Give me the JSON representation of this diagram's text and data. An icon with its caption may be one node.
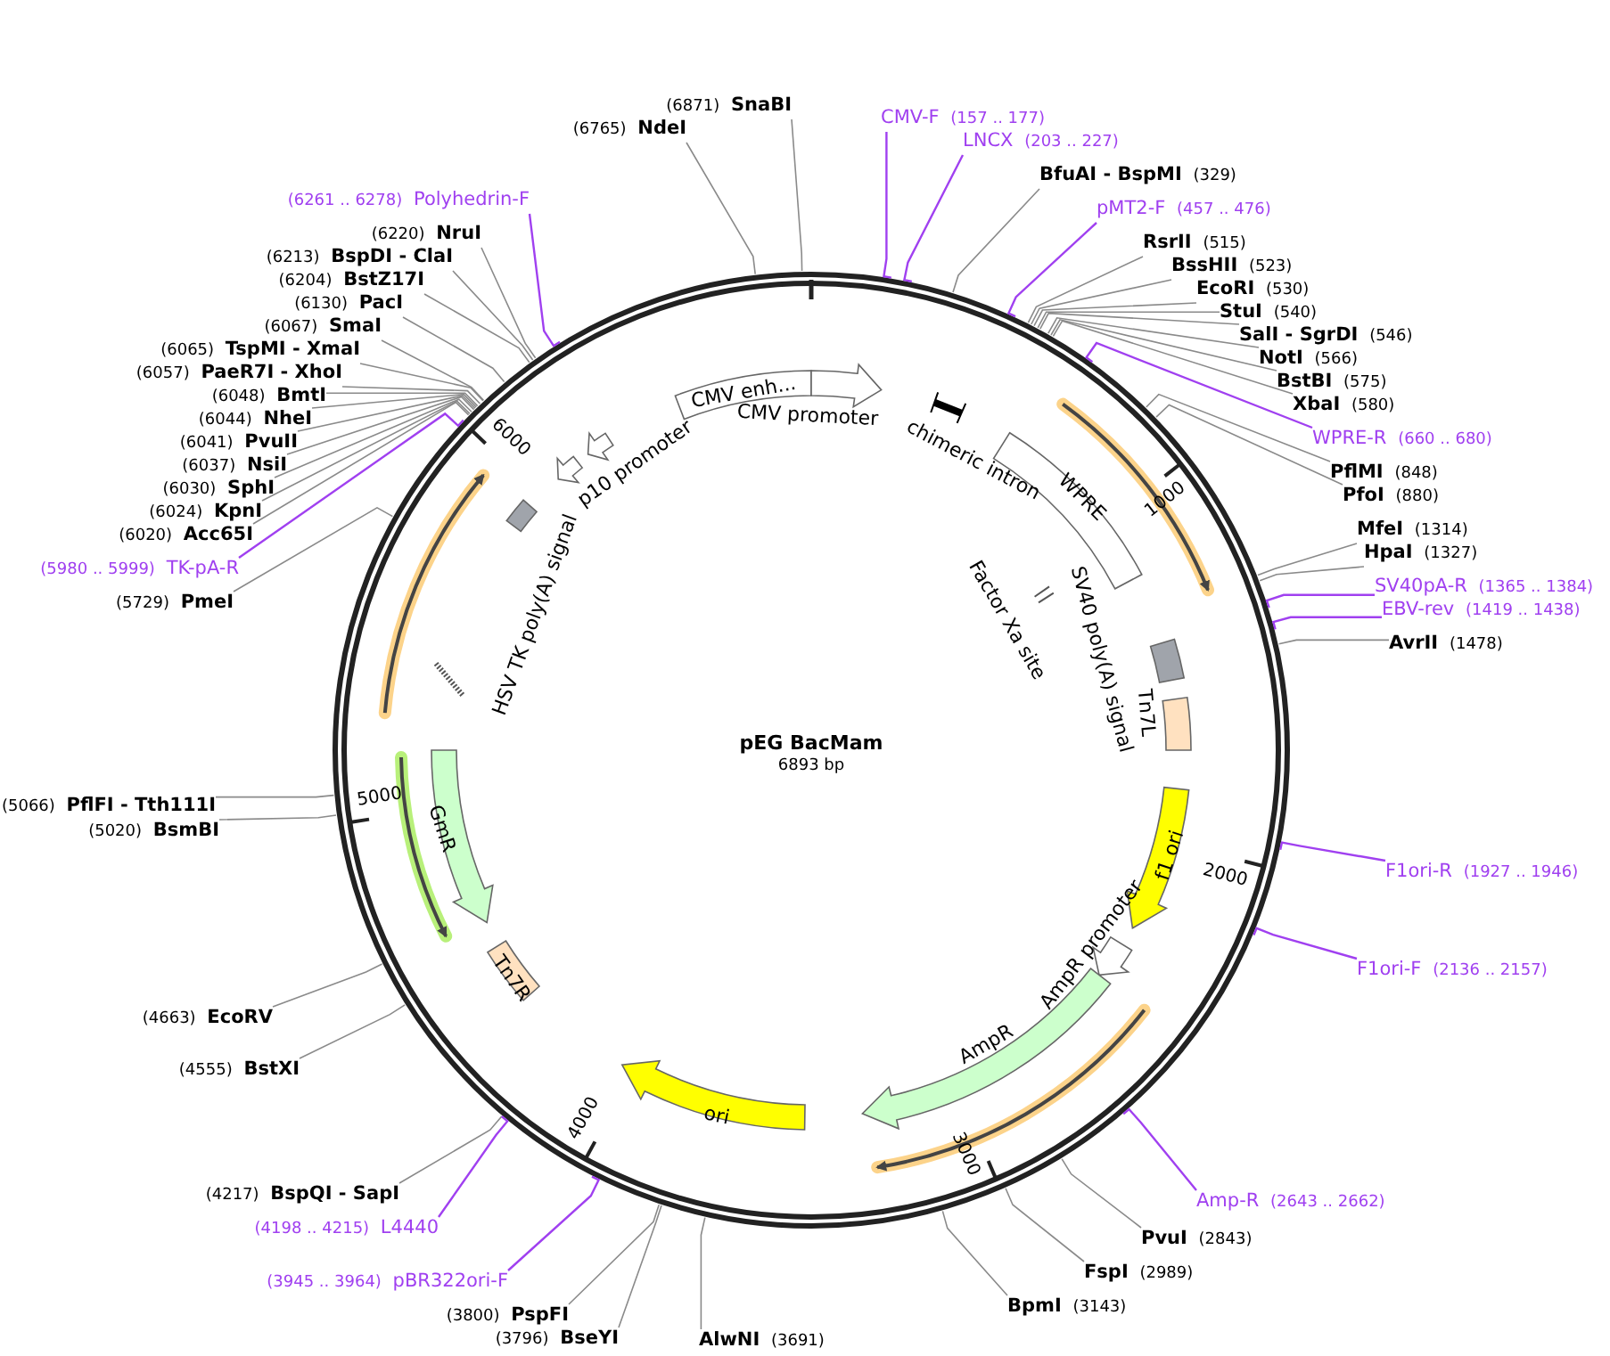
{
  "diagram": {
    "title": "pEG BacMam",
    "caption": "6893 bp",
    "nodes": [
      {
        "text": [
          "(6765)",
          "NdeI"
        ]
      },
      {
        "text": [
          "(6871)",
          "SnaBI"
        ]
      },
      {
        "text": [
          "(6261 .. 6278)",
          "Polyhedrin-F"
        ]
      },
      {
        "text": [
          "(6220)",
          "NruI"
        ]
      },
      {
        "text": [
          "(6213)",
          "BspDI - ClaI"
        ]
      },
      {
        "text": [
          "(6204)",
          "BstZ17I"
        ]
      },
      {
        "text": [
          "(6130)",
          "PacI"
        ]
      },
      {
        "text": [
          "(6067)",
          "SmaI"
        ]
      },
      {
        "text": [
          "(6065)",
          "TspMI - XmaI"
        ]
      },
      {
        "text": [
          "(6057)",
          "PaeR7I - XhoI"
        ]
      },
      {
        "text": [
          "(6048)",
          "BmtI"
        ]
      },
      {
        "text": [
          "(6044)",
          "NheI"
        ]
      },
      {
        "text": [
          "(6041)",
          "PvuII"
        ]
      },
      {
        "text": [
          "(6037)",
          "NsiI"
        ]
      },
      {
        "text": [
          "(6030)",
          "SphI"
        ]
      },
      {
        "text": [
          "(6024)",
          "KpnI"
        ]
      },
      {
        "text": [
          "(6020)",
          "Acc65I"
        ]
      },
      {
        "text": [
          "(5980 .. 5999)",
          "TK-pA-R"
        ]
      },
      {
        "text": [
          "(5729)",
          "PmeI"
        ]
      },
      {
        "text": [
          "(5066)",
          "PflFI - Tth111I"
        ]
      },
      {
        "text": [
          "(5020)",
          "BsmBI"
        ]
      },
      {
        "text": [
          "(4663)",
          "EcoRV"
        ]
      },
      {
        "text": [
          "(4555)",
          "BstXI"
        ]
      },
      {
        "text": [
          "(4217)",
          "BspQI - SapI"
        ]
      },
      {
        "text": [
          "(4198 .. 4215)",
          "L4440"
        ]
      },
      {
        "text": [
          "(3945 .. 3964)",
          "pBR322ori-F"
        ]
      },
      {
        "text": [
          "(3800)",
          "PspFI"
        ]
      },
      {
        "text": [
          "(3796)",
          "BseYI"
        ]
      },
      {
        "text": [
          "AlwNI",
          "(3691)"
        ]
      },
      {
        "text": [
          "CMV-F",
          "(157 .. 177)"
        ]
      },
      {
        "text": [
          "LNCX",
          "(203 .. 227)"
        ]
      },
      {
        "text": [
          "BfuAI - BspMI",
          "(329)"
        ]
      },
      {
        "text": [
          "pMT2-F",
          "(457 .. 476)"
        ]
      },
      {
        "text": [
          "RsrII",
          "(515)"
        ]
      },
      {
        "text": [
          "BssHII",
          "(523)"
        ]
      },
      {
        "text": [
          "EcoRI",
          "(530)"
        ]
      },
      {
        "text": [
          "StuI",
          "(540)"
        ]
      },
      {
        "text": [
          "SalI - SgrDI",
          "(546)"
        ]
      },
      {
        "text": [
          "NotI",
          "(566)"
        ]
      },
      {
        "text": [
          "BstBI",
          "(575)"
        ]
      },
      {
        "text": [
          "XbaI",
          "(580)"
        ]
      },
      {
        "text": [
          "WPRE-R",
          "(660 .. 680)"
        ]
      },
      {
        "text": [
          "PflMI",
          "(848)"
        ]
      },
      {
        "text": [
          "PfoI",
          "(880)"
        ]
      },
      {
        "text": [
          "MfeI",
          "(1314)"
        ]
      },
      {
        "text": [
          "HpaI",
          "(1327)"
        ]
      },
      {
        "text": [
          "SV40pA-R",
          "(1365 .. 1384)"
        ]
      },
      {
        "text": [
          "EBV-rev",
          "(1419 .. 1438)"
        ]
      },
      {
        "text": [
          "AvrII",
          "(1478)"
        ]
      },
      {
        "text": [
          "F1ori-R",
          "(1927 .. 1946)"
        ]
      },
      {
        "text": [
          "F1ori-F",
          "(2136 .. 2157)"
        ]
      },
      {
        "text": [
          "Amp-R",
          "(2643 .. 2662)"
        ]
      },
      {
        "text": [
          "PvuI",
          "(2843)"
        ]
      },
      {
        "text": [
          "FspI",
          "(2989)"
        ]
      },
      {
        "text": [
          "BpmI",
          "(3143)"
        ]
      },
      {
        "text": [
          "CMV enh..."
        ]
      },
      {
        "text": [
          "CMV promoter"
        ]
      },
      {
        "text": [
          "chimeric intron"
        ]
      },
      {
        "text": [
          "WPRE"
        ]
      },
      {
        "text": [
          "Factor Xa site"
        ]
      },
      {
        "text": [
          "SV40 poly(A) signal"
        ]
      },
      {
        "text": [
          "Tn7L"
        ]
      },
      {
        "text": [
          "f1 ori"
        ]
      },
      {
        "text": [
          "AmpR promoter"
        ]
      },
      {
        "text": [
          "AmpR"
        ]
      },
      {
        "text": [
          "ori"
        ]
      },
      {
        "text": [
          "Tn7R"
        ]
      },
      {
        "text": [
          "GmR"
        ]
      },
      {
        "text": [
          "HSV TK poly(A) signal"
        ]
      },
      {
        "text": [
          "p10 promoter"
        ]
      }
    ],
    "edges": [
      {
        "from": 0,
        "to": null,
        "arrow": "none"
      },
      {
        "from": 1,
        "to": null,
        "arrow": "none"
      },
      {
        "from": 2,
        "to": null,
        "arrow": "none",
        "color": "#a040f0"
      },
      {
        "from": 3,
        "to": null,
        "arrow": "none"
      },
      {
        "from": 4,
        "to": null,
        "arrow": "none"
      },
      {
        "from": 5,
        "to": null,
        "arrow": "none"
      },
      {
        "from": 6,
        "to": null,
        "arrow": "none"
      },
      {
        "from": 7,
        "to": null,
        "arrow": "none"
      },
      {
        "from": 8,
        "to": null,
        "arrow": "none"
      },
      {
        "from": 9,
        "to": null,
        "arrow": "none"
      },
      {
        "from": 10,
        "to": null,
        "arrow": "none"
      },
      {
        "from": 11,
        "to": null,
        "arrow": "none"
      },
      {
        "from": 12,
        "to": null,
        "arrow": "none"
      },
      {
        "from": 13,
        "to": null,
        "arrow": "none"
      },
      {
        "from": 14,
        "to": null,
        "arrow": "none"
      },
      {
        "from": 15,
        "to": null,
        "arrow": "none"
      },
      {
        "from": 16,
        "to": null,
        "arrow": "none"
      },
      {
        "from": 17,
        "to": null,
        "arrow": "none",
        "color": "#a040f0"
      },
      {
        "from": 18,
        "to": null,
        "arrow": "none"
      },
      {
        "from": 19,
        "to": null,
        "arrow": "none"
      },
      {
        "from": 20,
        "to": null,
        "arrow": "none"
      },
      {
        "from": 21,
        "to": null,
        "arrow": "none"
      },
      {
        "from": 22,
        "to": null,
        "arrow": "none"
      },
      {
        "from": 23,
        "to": null,
        "arrow": "none"
      },
      {
        "from": 24,
        "to": null,
        "arrow": "none",
        "color": "#a040f0"
      },
      {
        "from": 25,
        "to": null,
        "arrow": "none",
        "color": "#a040f0"
      },
      {
        "from": 26,
        "to": null,
        "arrow": "none"
      },
      {
        "from": 27,
        "to": null,
        "arrow": "none"
      },
      {
        "from": 28,
        "to": null,
        "arrow": "none"
      },
      {
        "from": 29,
        "to": null,
        "arrow": "none",
        "color": "#a040f0"
      },
      {
        "from": 30,
        "to": null,
        "arrow": "none",
        "color": "#a040f0"
      },
      {
        "from": 31,
        "to": null,
        "arrow": "none"
      },
      {
        "from": 32,
        "to": null,
        "arrow": "none",
        "color": "#a040f0"
      },
      {
        "from": 33,
        "to": null,
        "arrow": "none"
      },
      {
        "from": 34,
        "to": null,
        "arrow": "none"
      },
      {
        "from": 35,
        "to": null,
        "arrow": "none"
      },
      {
        "from": 36,
        "to": null,
        "arrow": "none"
      },
      {
        "from": 37,
        "to": null,
        "arrow": "none"
      },
      {
        "from": 38,
        "to": null,
        "arrow": "none"
      },
      {
        "from": 39,
        "to": null,
        "arrow": "none"
      },
      {
        "from": 40,
        "to": null,
        "arrow": "none"
      },
      {
        "from": 41,
        "to": null,
        "arrow": "none",
        "color": "#a040f0"
      },
      {
        "from": 42,
        "to": null,
        "arrow": "none"
      },
      {
        "from": 43,
        "to": null,
        "arrow": "none"
      },
      {
        "from": 44,
        "to": null,
        "arrow": "none"
      },
      {
        "from": 45,
        "to": null,
        "arrow": "none"
      },
      {
        "from": 46,
        "to": null,
        "arrow": "none",
        "color": "#a040f0"
      },
      {
        "from": 47,
        "to": null,
        "arrow": "none",
        "color": "#a040f0"
      },
      {
        "from": 48,
        "to": null,
        "arrow": "none"
      },
      {
        "from": 49,
        "to": null,
        "arrow": "none",
        "color": "#a040f0"
      },
      {
        "from": 50,
        "to": null,
        "arrow": "none",
        "color": "#a040f0"
      },
      {
        "from": 51,
        "to": null,
        "arrow": "none",
        "color": "#a040f0"
      },
      {
        "from": 52,
        "to": null,
        "arrow": "none"
      },
      {
        "from": 53,
        "to": null,
        "arrow": "none"
      },
      {
        "from": 54,
        "to": null,
        "arrow": "none"
      }
    ],
    "labels": [
      "1000",
      "2000",
      "3000",
      "4000",
      "5000",
      "6000"
    ]
  }
}
